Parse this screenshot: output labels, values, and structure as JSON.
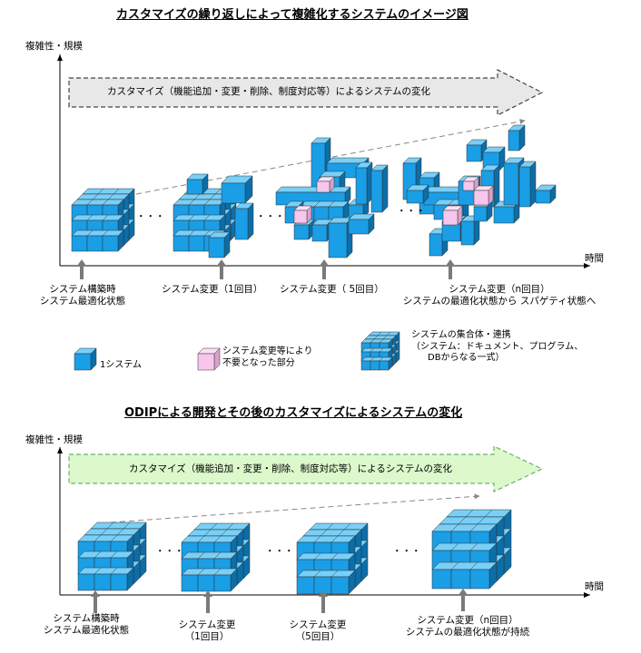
{
  "diagram1": {
    "title": "カスタマイズの繰り返しによって複雑化するシステムのイメージ図",
    "y_axis_label": "複雑性・規模",
    "x_axis_label": "時間",
    "arrow_text": "カスタマイズ（機能追加・変更・削除、制度対応等）によるシステムの変化",
    "captions": [
      {
        "lines": [
          "システム構築時",
          "システム最適化状態"
        ]
      },
      {
        "lines": [
          "システム変更（1回目）"
        ]
      },
      {
        "lines": [
          "システム変更（ 5回目）"
        ]
      },
      {
        "lines": [
          "システム変更（n回目）",
          "システムの最適化状態から スパゲティ状態へ"
        ]
      }
    ],
    "ellipsis": "・・・",
    "legend": {
      "cube": "1システム",
      "pink": [
        "システム変更等により",
        "不要となった部分"
      ],
      "cluster": [
        "システムの集合体・連携",
        "（システム：ドキュメント、プログラム、",
        "DBからなる一式）"
      ]
    }
  },
  "diagram2": {
    "title": "ODIPによる開発とその後のカスタマイズによるシステムの変化",
    "y_axis_label": "複雑性・規模",
    "x_axis_label": "時間",
    "arrow_text": "カスタマイズ（機能追加・変更・削除、制度対応等）によるシステムの変化",
    "captions": [
      {
        "lines": [
          "システム構築時",
          "システム最適化状態"
        ]
      },
      {
        "lines": [
          "システム変更",
          "（1回目）"
        ]
      },
      {
        "lines": [
          "システム変更",
          "（5回目）"
        ]
      },
      {
        "lines": [
          "システム変更（n回目）",
          "システムの最適化状態が持続"
        ]
      }
    ],
    "ellipsis": "・・・"
  },
  "colors": {
    "cube_front": "#1a9ee6",
    "cube_top": "#78d0f8",
    "cube_side": "#0c6ea8",
    "pink_front": "#f7c6ec",
    "arrow1_fill": "#e8e8e8",
    "arrow2_fill": "#ddf9cc",
    "arrow2_border": "#67b46a"
  },
  "icons": [
    "cube-icon",
    "cube-cluster-icon",
    "up-arrow-icon"
  ]
}
